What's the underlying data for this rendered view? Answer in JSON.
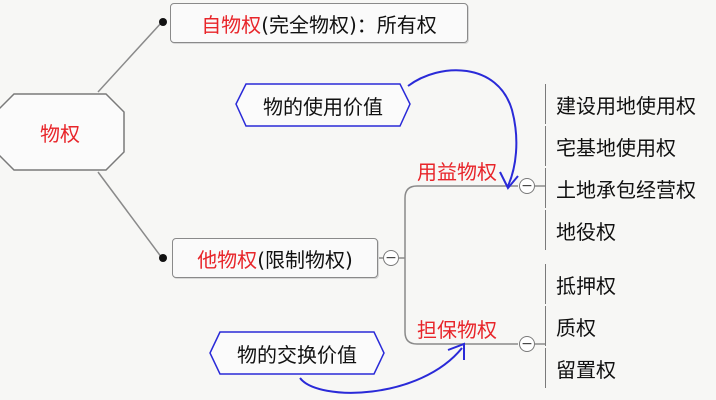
{
  "colors": {
    "line": "#8a8a8a",
    "red": "#e8252a",
    "blue": "#2a2ad8"
  },
  "root": {
    "label": "物权"
  },
  "self_right": {
    "red": "自物权",
    "rest": "(完全物权)：所有权"
  },
  "other_right": {
    "red": "他物权",
    "rest": "(限制物权)"
  },
  "usufruct": {
    "label": "用益物权",
    "children": [
      "建设用地使用权",
      "宅基地使用权",
      "土地承包经营权",
      "地役权"
    ]
  },
  "security": {
    "label": "担保物权",
    "children": [
      "抵押权",
      "质权",
      "留置权"
    ]
  },
  "notes": {
    "use_value": "物的使用价值",
    "exchange_value": "物的交换价值"
  },
  "collapse_symbol": "−"
}
